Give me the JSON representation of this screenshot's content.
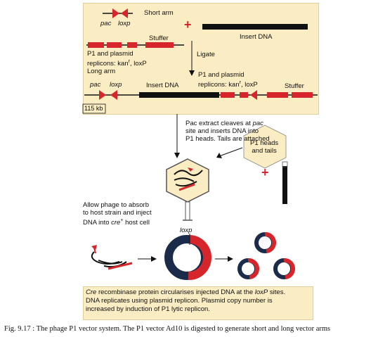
{
  "top_panel": {
    "short_arm_label": "Short arm",
    "pac_label_1": "pac",
    "loxp_label_1": "loxp",
    "stuffer_label_1": "Stuffer",
    "plus_symbol": "+",
    "insert_dna_label_1": "Insert DNA",
    "p1_plasmid_line1": "P1 and plasmid",
    "p1_plasmid_line2": "replicons: kan",
    "p1_plasmid_sup": "r",
    "p1_plasmid_tail": ", loxP",
    "long_arm_label": "Long arm",
    "ligate_label": "Ligate",
    "p1_plasmid_b_line1": "P1 and plasmid",
    "p1_plasmid_b_line2": "replicons: kan",
    "p1_plasmid_b_sup": "r",
    "p1_plasmid_b_tail": ", loxP",
    "stuffer_label_2": "Stuffer",
    "pac_label_2": "pac",
    "loxp_label_2": "loxp",
    "insert_dna_label_2": "Insert DNA",
    "size_label": "115 kb"
  },
  "middle": {
    "pac_step_line1": "Pac extract cleaves at ",
    "pac_step_pac": "pac",
    "pac_step_line2": "site and inserts DNA into",
    "pac_step_line3": "P1 heads. Tails are attached",
    "heads_tails_line1": "P1 heads",
    "heads_tails_line2": "and tails",
    "plus_symbol_2": "+",
    "absorb_line1": "Allow phage to absorb",
    "absorb_line2": "to host strain and inject",
    "absorb_line3_pre": "DNA into ",
    "absorb_line3_cre": "cre",
    "absorb_line3_sup": "+",
    "absorb_line3_post": " host cell",
    "loxp_label_3": "loxp"
  },
  "bottom_box": {
    "line1_cre": "Cre",
    "line1_rest": " recombinase protein circularises injected DNA at the ",
    "line1_loxp": "loxP",
    "line1_end": " sites.",
    "line2": "DNA replicates using plasmid replicon. Plasmid copy number is",
    "line3": "increased by induction of P1 lytic replicon."
  },
  "caption": "Fig. 9.17 : The phage P1 vector system. The P1 vector Ad10 is digested to generate short and long vector arms",
  "colors": {
    "box_fill": "#fbedc3",
    "dna_red": "#d6262b",
    "dna_black": "#111111"
  }
}
